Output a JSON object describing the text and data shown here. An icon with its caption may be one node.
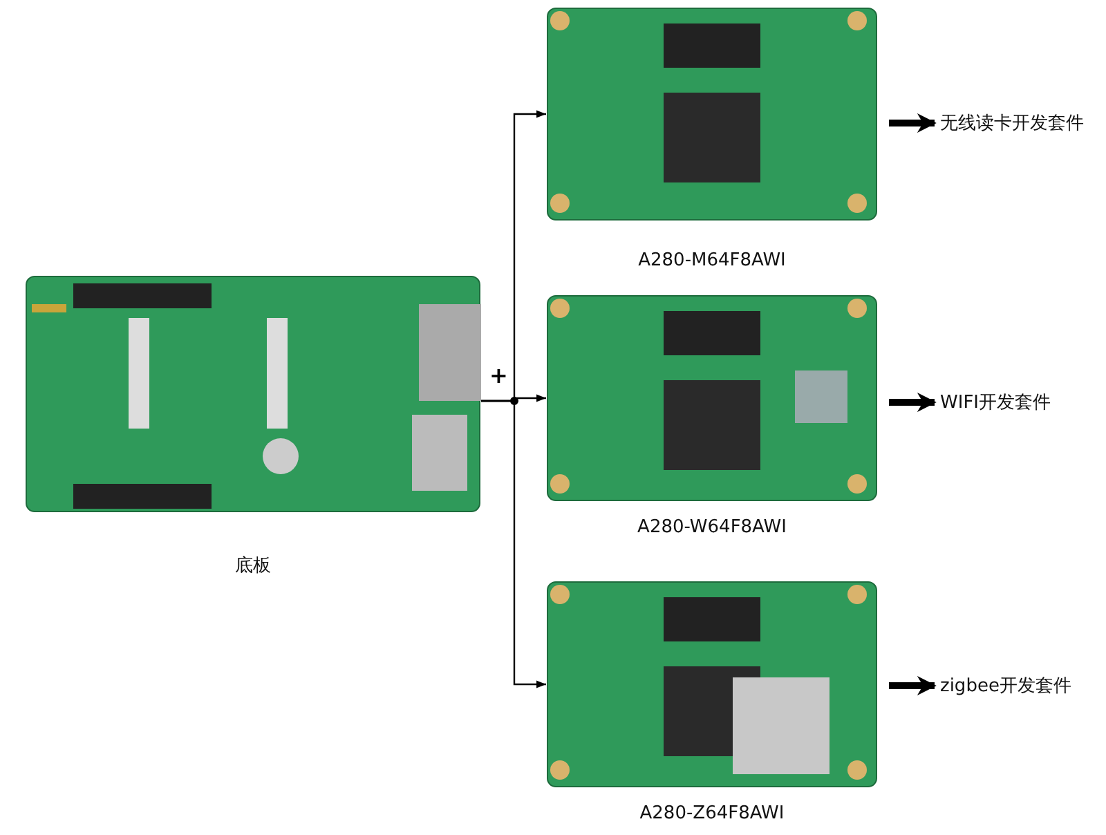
{
  "diagram": {
    "nodes": [
      {
        "text": [
          "底板"
        ]
      },
      {
        "text": [
          "A280-M64F8AWI"
        ]
      },
      {
        "text": [
          "A280-W64F8AWI"
        ]
      },
      {
        "text": [
          "A280-Z64F8AWI"
        ]
      },
      {
        "text": [
          "无线读卡开发套件"
        ]
      },
      {
        "text": [
          "WIFI开发套件"
        ]
      },
      {
        "text": [
          "zigbee开发套件"
        ]
      }
    ],
    "edges": [
      {
        "from": 0,
        "to": 1,
        "arrow": "to"
      },
      {
        "from": 0,
        "to": 2,
        "arrow": "to"
      },
      {
        "from": 0,
        "to": 3,
        "arrow": "to"
      },
      {
        "from": 1,
        "to": 4,
        "arrow": "to",
        "style": "thick"
      },
      {
        "from": 2,
        "to": 5,
        "arrow": "to",
        "style": "thick"
      },
      {
        "from": 3,
        "to": 6,
        "arrow": "to",
        "style": "thick"
      }
    ],
    "labels": [
      "+"
    ]
  }
}
